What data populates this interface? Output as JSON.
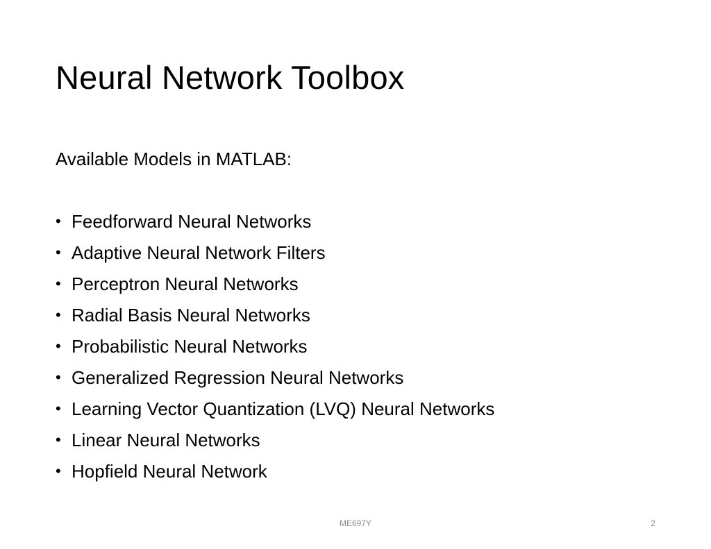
{
  "slide": {
    "title": "Neural Network Toolbox",
    "subtitle": "Available Models in MATLAB:",
    "bullet_symbol": "•",
    "items": [
      "Feedforward Neural Networks",
      "Adaptive Neural Network Filters",
      "Perceptron Neural Networks",
      "Radial Basis Neural Networks",
      "Probabilistic Neural Networks",
      "Generalized Regression Neural Networks",
      "Learning Vector Quantization (LVQ) Neural Networks",
      "Linear Neural Networks",
      "Hopfield Neural Network"
    ],
    "footer": {
      "center_text": "ME697Y",
      "page_number": "2"
    }
  }
}
